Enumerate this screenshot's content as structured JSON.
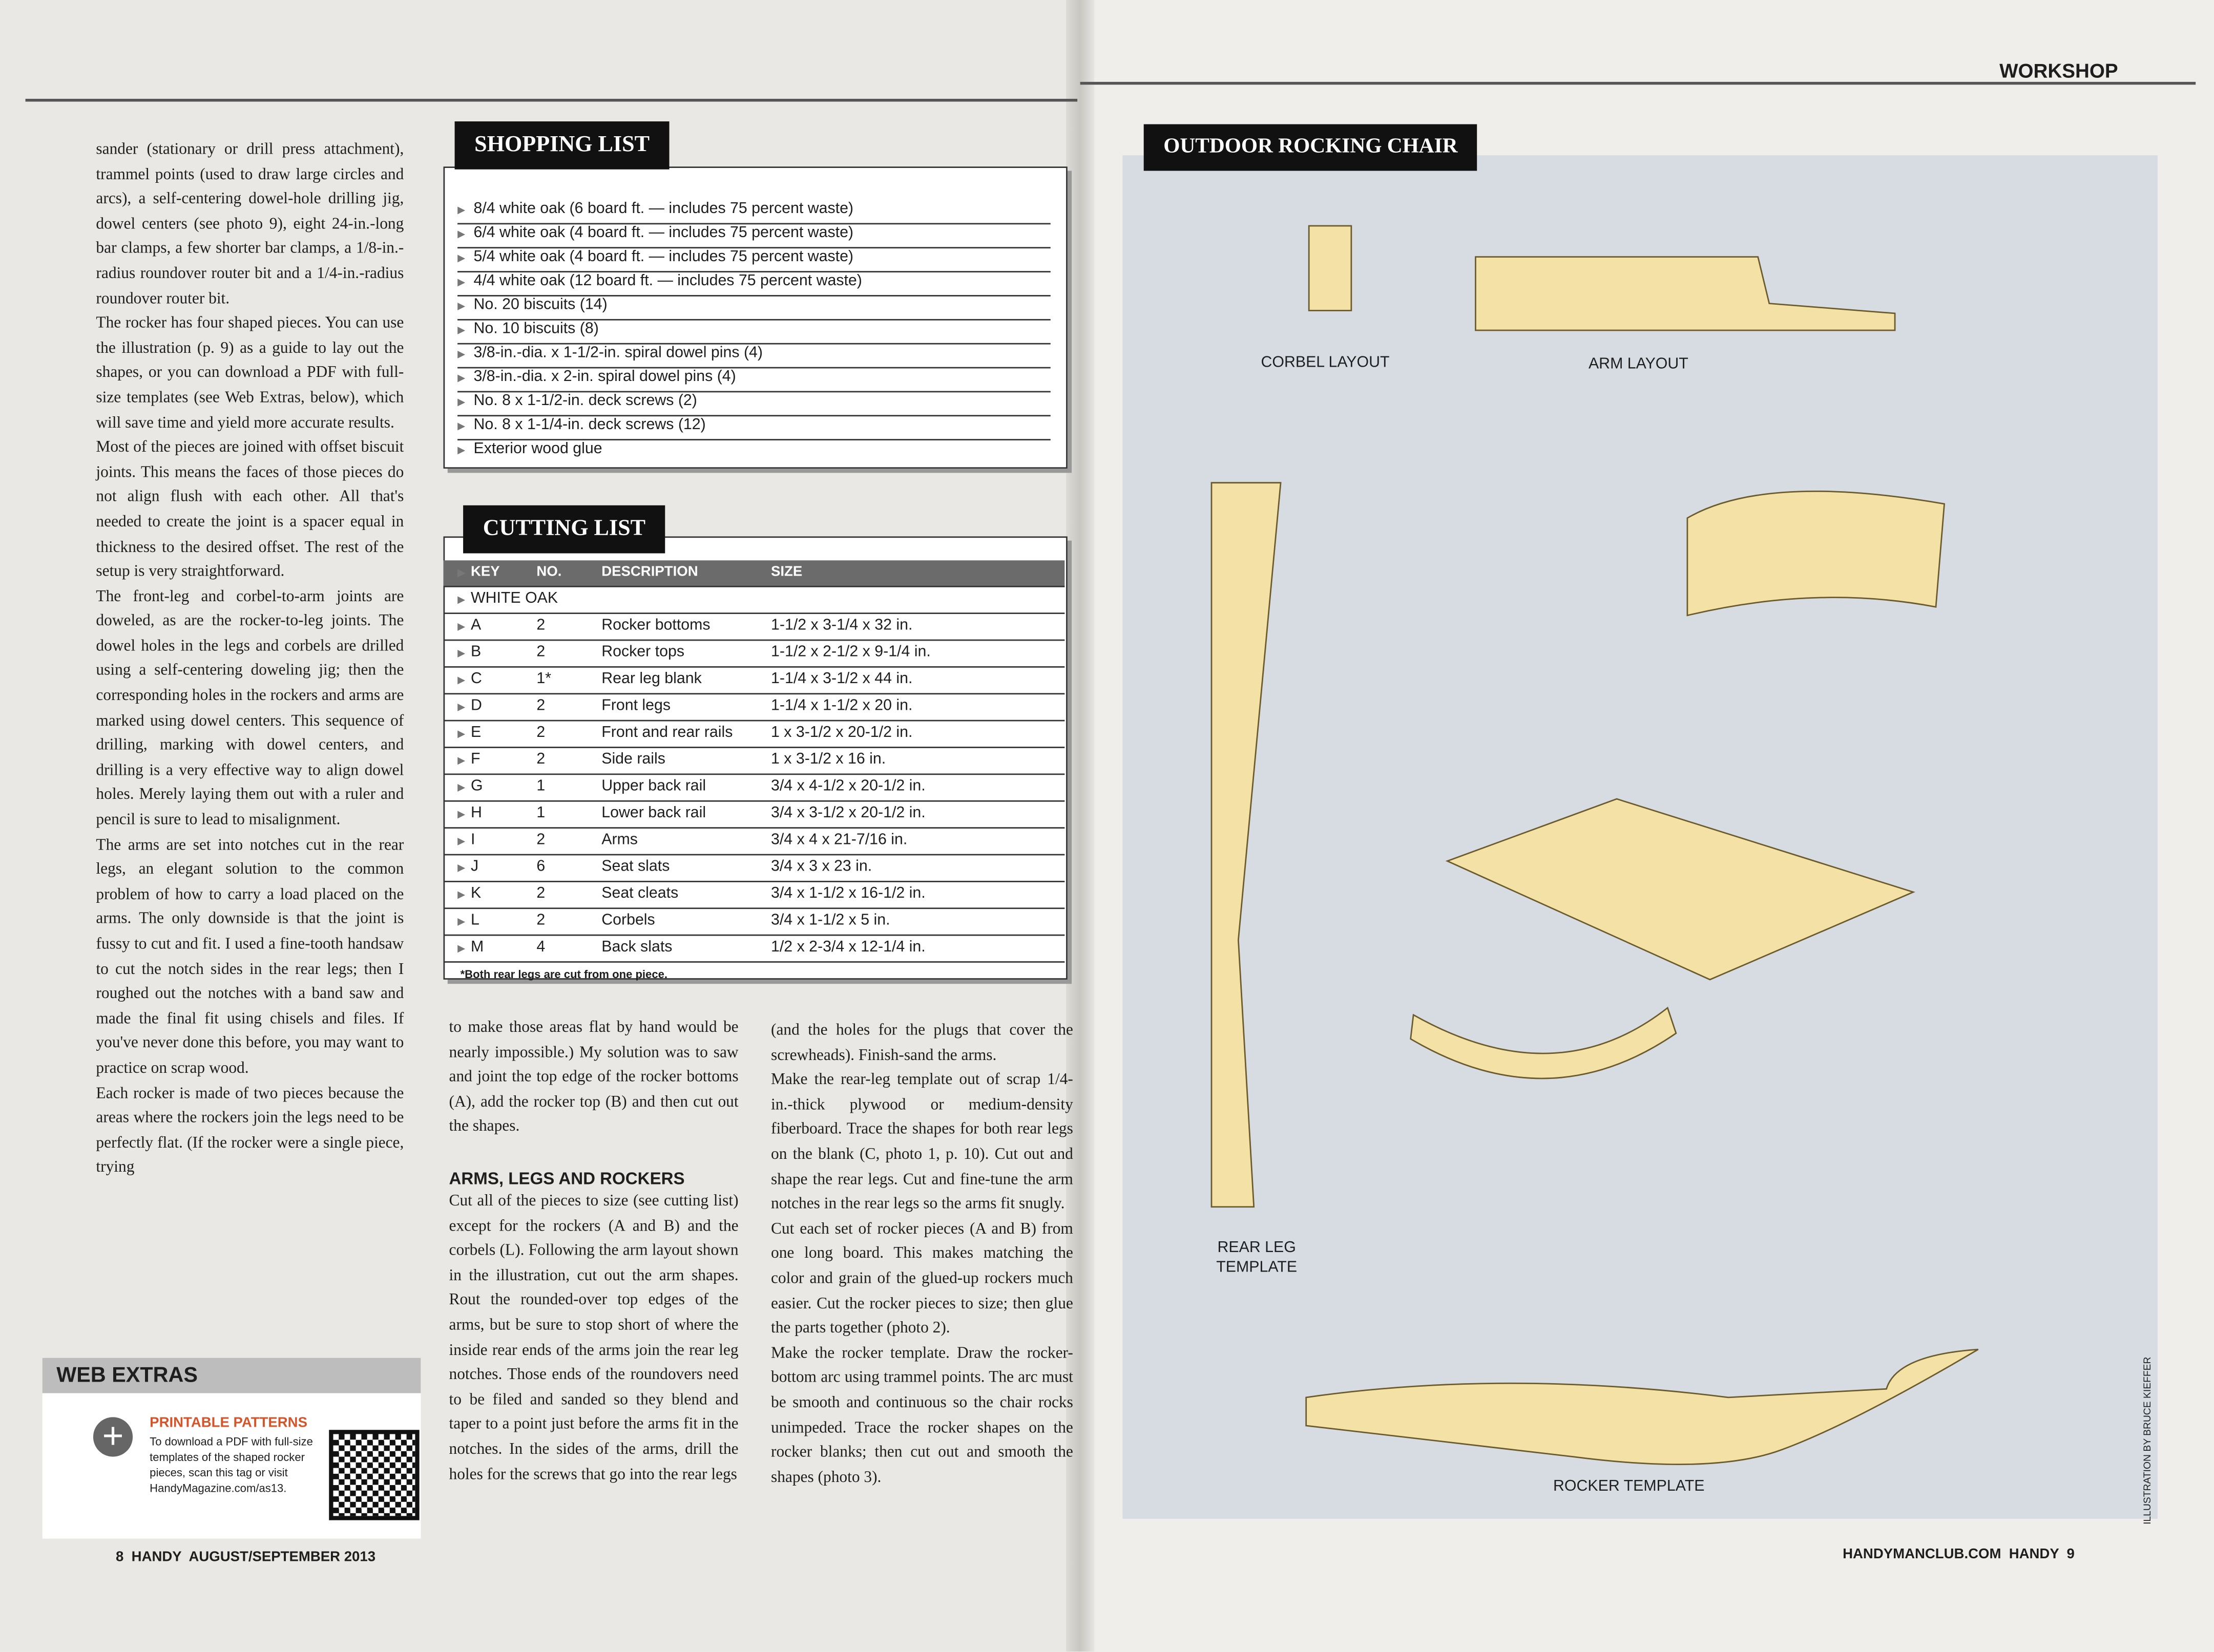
{
  "left_page": {
    "column1_text": "sander (stationary or drill press attachment), trammel points (used to draw large circles and arcs), a self-centering dowel-hole drilling jig, dowel centers (see photo 9), eight 24-in.-long bar clamps, a few shorter bar clamps, a 1/8-in.-radius roundover router bit and a 1/4-in.-radius roundover router bit.\n   The rocker has four shaped pieces. You can use the illustration (p. 9) as a guide to lay out the shapes, or you can download a PDF with full-size templates (see Web Extras, below), which will save time and yield more accurate results.\n   Most of the pieces are joined with offset biscuit joints. This means the faces of those pieces do not align flush with each other. All that's needed to create the joint is a spacer equal in thickness to the desired offset. The rest of the setup is very straightforward.\n   The front-leg and corbel-to-arm joints are doweled, as are the rocker-to-leg joints. The dowel holes in the legs and corbels are drilled using a self-centering doweling jig; then the corresponding holes in the rockers and arms are marked using dowel centers. This sequence of drilling, marking with dowel centers, and drilling is a very effective way to align dowel holes. Merely laying them out with a ruler and pencil is sure to lead to misalignment.\n   The arms are set into notches cut in the rear legs, an elegant solution to the common problem of how to carry a load placed on the arms. The only downside is that the joint is fussy to cut and fit. I used a fine-tooth handsaw to cut the notch sides in the rear legs; then I roughed out the notches with a band saw and made the final fit using chisels and files. If you've never done this before, you may want to practice on scrap wood.\n   Each rocker is made of two pieces because the areas where the rockers join the legs need to be perfectly flat. (If the rocker were a single piece, trying",
    "column2_text": "to make those areas flat by hand would be nearly impossible.) My solution was to saw and joint the top edge of the rocker bottoms (A), add the rocker top (B) and then cut out the shapes.",
    "column2_heading": "ARMS, LEGS AND ROCKERS",
    "column2_text2": "Cut all of the pieces to size (see cutting list) except for the rockers (A and B) and the corbels (L). Following the arm layout shown in the illustration, cut out the arm shapes. Rout the rounded-over top edges of the arms, but be sure to stop short of where the inside rear ends of the arms join the rear leg notches. Those ends of the roundovers need to be filed and sanded so they blend and taper to a point just before the arms fit in the notches. In the sides of the arms, drill the holes for the screws that go into the rear legs",
    "shopping_title": "SHOPPING LIST",
    "shopping_items": [
      "8/4 white oak (6 board ft. — includes 75 percent waste)",
      "6/4 white oak (4 board ft. — includes 75 percent waste)",
      "5/4 white oak (4 board ft. — includes 75 percent waste)",
      "4/4 white oak (12 board ft. — includes 75 percent waste)",
      "No. 20 biscuits (14)",
      "No. 10 biscuits (8)",
      "3/8-in.-dia. x 1-1/2-in. spiral dowel pins (4)",
      "3/8-in.-dia. x 2-in. spiral dowel pins (4)",
      "No. 8 x 1-1/2-in. deck screws (2)",
      "No. 8 x 1-1/4-in. deck screws (12)",
      "Exterior wood glue"
    ],
    "cutting_title": "CUTTING LIST",
    "cutting_headers": [
      "KEY",
      "NO.",
      "DESCRIPTION",
      "SIZE"
    ],
    "cutting_group": "WHITE OAK",
    "cutting_rows": [
      [
        "A",
        "2",
        "Rocker bottoms",
        "1-1/2 x 3-1/4 x 32 in."
      ],
      [
        "B",
        "2",
        "Rocker tops",
        "1-1/2 x 2-1/2 x 9-1/4 in."
      ],
      [
        "C",
        "1*",
        "Rear leg blank",
        "1-1/4 x 3-1/2 x 44 in."
      ],
      [
        "D",
        "2",
        "Front legs",
        "1-1/4 x 1-1/2 x 20 in."
      ],
      [
        "E",
        "2",
        "Front and rear rails",
        "1 x 3-1/2 x 20-1/2 in."
      ],
      [
        "F",
        "2",
        "Side rails",
        "1 x 3-1/2 x 16 in."
      ],
      [
        "G",
        "1",
        "Upper back rail",
        "3/4 x 4-1/2 x 20-1/2 in."
      ],
      [
        "H",
        "1",
        "Lower back rail",
        "3/4 x 3-1/2 x 20-1/2 in."
      ],
      [
        "I",
        "2",
        "Arms",
        "3/4 x 4 x 21-7/16 in."
      ],
      [
        "J",
        "6",
        "Seat slats",
        "3/4 x 3 x 23 in."
      ],
      [
        "K",
        "2",
        "Seat cleats",
        "3/4 x 1-1/2 x 16-1/2 in."
      ],
      [
        "L",
        "2",
        "Corbels",
        "3/4 x 1-1/2 x 5 in."
      ],
      [
        "M",
        "4",
        "Back slats",
        "1/2 x 2-3/4 x 12-1/4 in."
      ]
    ],
    "cutting_note": "*Both rear legs are cut from one piece.",
    "web_extras_title": "WEB EXTRAS",
    "printable_title": "PRINTABLE PATTERNS",
    "printable_text": "To download a PDF with full-size templates of the shaped rocker pieces, scan this tag or visit HandyMagazine.com/as13.",
    "footer": "8  HANDY  AUGUST/SEPTEMBER 2013"
  },
  "right_page": {
    "section_label": "WORKSHOP",
    "col3_text": "(and the holes for the plugs that cover the screwheads). Finish-sand the arms.\n   Make the rear-leg template out of scrap 1/4-in.-thick plywood or medium-density fiberboard. Trace the shapes for both rear legs on the blank (C, photo 1, p. 10). Cut out and shape the rear legs. Cut and fine-tune the arm notches in the rear legs so the arms fit snugly.\n   Cut each set of rocker pieces (A and B) from one long board. This makes matching the color and grain of the glued-up rockers much easier. Cut the rocker pieces to size; then glue the parts together (photo 2).\n   Make the rocker template. Draw the rocker-bottom arc using trammel points. The arc must be smooth and continuous so the chair rocks unimpeded. Trace the rocker shapes on the rocker blanks; then cut out and smooth the shapes (photo 3).",
    "diagram_title": "OUTDOOR ROCKING CHAIR",
    "corbel_caption": "CORBEL LAYOUT",
    "arm_caption": "ARM LAYOUT",
    "rear_leg_caption": "REAR LEG TEMPLATE",
    "rocker_caption": "ROCKER TEMPLATE",
    "illustration_credit": "ILLUSTRATION BY BRUCE KIEFFER",
    "footer": "HANDYMANCLUB.COM  HANDY  9"
  }
}
